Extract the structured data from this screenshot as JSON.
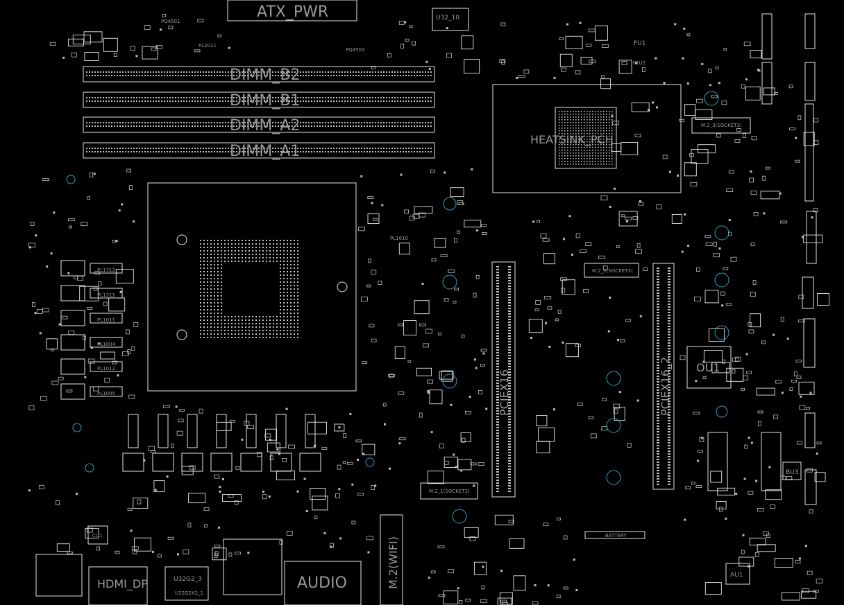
{
  "board": {
    "background": "#000000",
    "line_color": "#e6e6e6",
    "pad_color": "#bfbfbf",
    "via_color": "#2aa6b8",
    "label_color": "#9a9a9a"
  },
  "connectors": {
    "atx_pwr": "ATX_PWR",
    "dimm_b2": "DIMM_B2",
    "dimm_b1": "DIMM_B1",
    "dimm_a2": "DIMM_A2",
    "dimm_a1": "DIMM_A1",
    "heatsink_pch": "HEATSINK_PCH",
    "pciex16": "PCIEX16",
    "pciex16_2": "PCIEX16_2",
    "m2_wifi": "M.2(WIFI)",
    "audio": "AUDIO",
    "hdmi_dp": "HDMI_DP",
    "u32g2": "U32G2_3",
    "u32g2_small": "U32G2X2_1",
    "battery": "BATTERY"
  },
  "sockets": {
    "m2_1": "M.2_1(SOCKET3)",
    "m2_2": "M.2_2(SOCKET3)",
    "m2_3": "M.2_3(SOCKET3)"
  },
  "chips": {
    "ou1": "OU1",
    "au1": "AU1",
    "bu3": "BU3",
    "u32_10": "U32_10",
    "cu1": "CU1"
  },
  "refs": {
    "pq4501": "PQ4501",
    "pq4502": "PQ4502",
    "pl2011": "PL2011",
    "pl1312": "PL1312",
    "pl1311": "PL1311",
    "pl1011": "PL1011",
    "pl1004": "PL1004",
    "pl1012": "PL1012",
    "pl1005": "PL1005",
    "pl1610": "PL1610",
    "fu1": "FU1",
    "fu2": "F1U2"
  }
}
